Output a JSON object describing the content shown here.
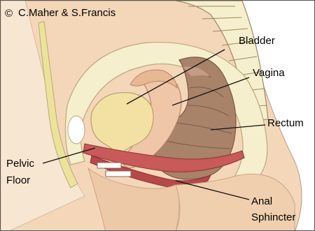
{
  "copyright": {
    "symbol": "©",
    "text": "C.Maher & S.Francis"
  },
  "labels": {
    "bladder": "Bladder",
    "vagina": "Vagina",
    "rectum": "Rectum",
    "pelvic_floor_line1": "Pelvic",
    "pelvic_floor_line2": "Floor",
    "anal_sphincter_line1": "Anal",
    "anal_sphincter_line2": "Sphincter"
  },
  "colors": {
    "skin": "#f4d6b8",
    "skin_shadow": "#e8bf9b",
    "bone": "#f6efcd",
    "bone_edge": "#b9a97a",
    "bladder": "#f3e0a3",
    "vagina": "#efc6a8",
    "rectum": "#a9826a",
    "rectum_light": "#c49c83",
    "pelvic_floor": "#c85a5a",
    "spine_yellow": "#ece39a"
  }
}
